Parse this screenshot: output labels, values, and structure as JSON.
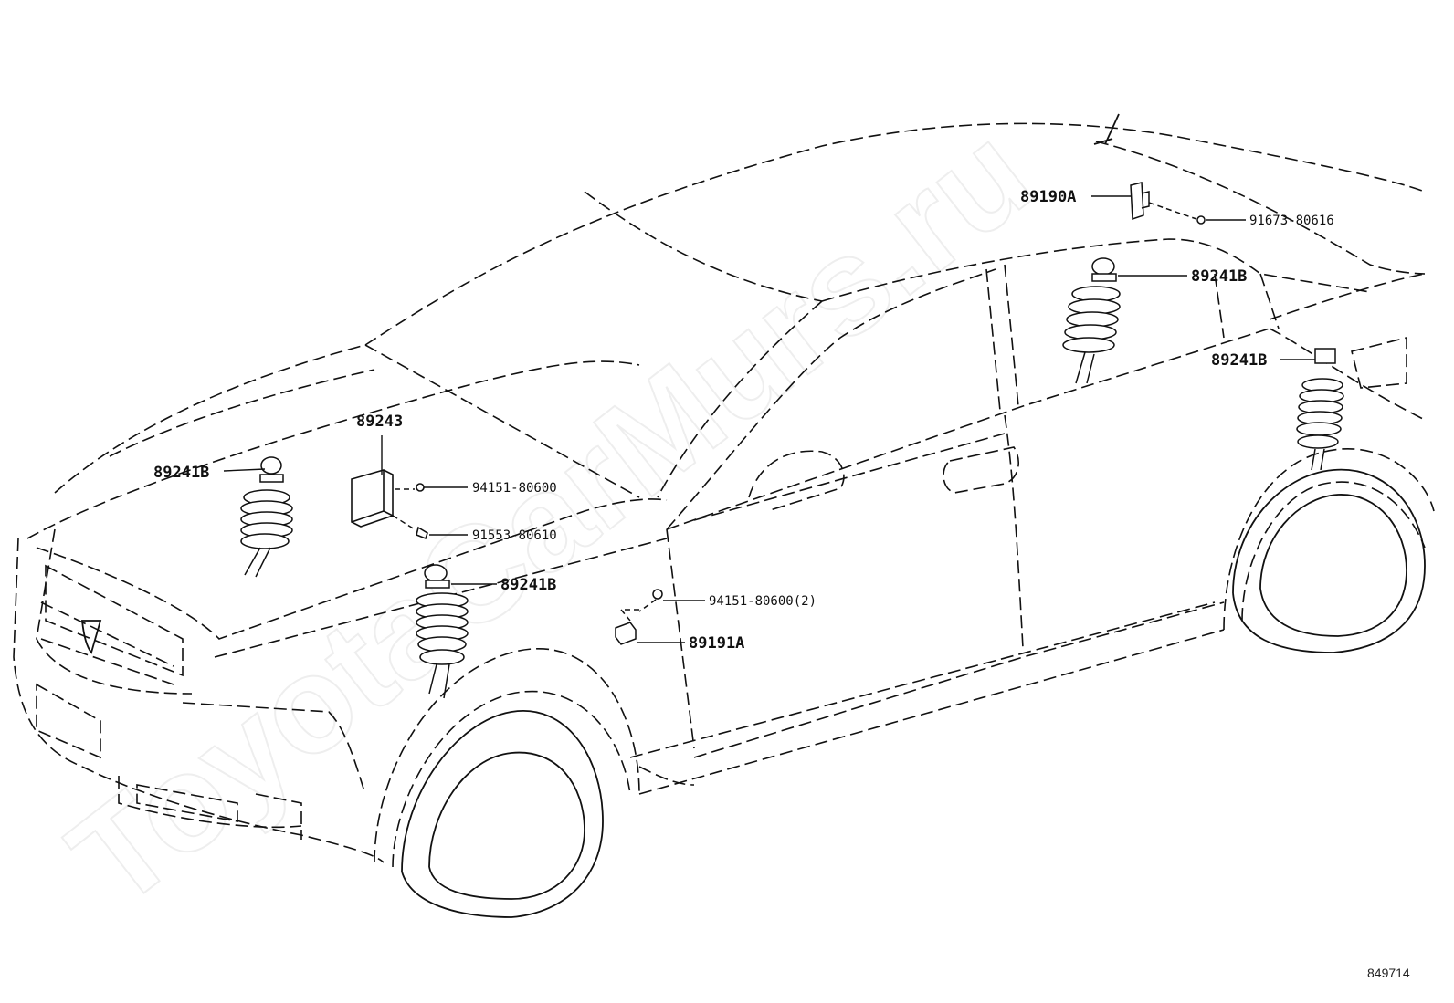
{
  "watermark": "ToyotaCarMurs.ru",
  "diagram_id": "849714",
  "labels": {
    "sensor_front_left": "89241B",
    "control_module": "89243",
    "nut_module": "94151-80600",
    "screw_module": "91553-80610",
    "sensor_front_right": "89241B",
    "nut_bracket": "94151-80600(2)",
    "sensor_height_front": "89191A",
    "sensor_roof": "89190A",
    "screw_roof": "91673-80616",
    "sensor_rear_left": "89241B",
    "sensor_rear_right": "89241B"
  },
  "icons": {
    "shock_absorber": "coil-spring-shock-absorber-icon",
    "acceleration_sensor": "acceleration-sensor-icon",
    "module": "electronic-control-module-icon",
    "nut": "nut-icon",
    "screw": "screw-icon",
    "height_sensor": "height-control-sensor-icon",
    "roof_sensor": "roof-sensor-icon"
  }
}
